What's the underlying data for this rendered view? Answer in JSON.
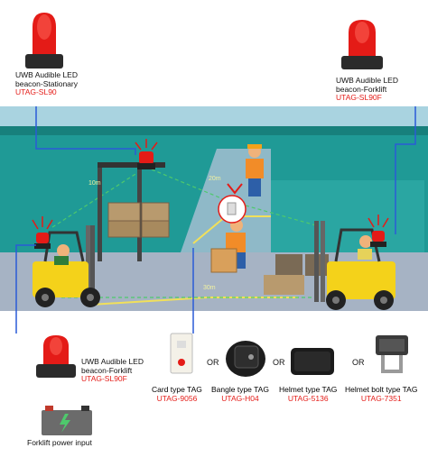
{
  "beacons": {
    "stationary": {
      "line1": "UWB Audible LED",
      "line2": "beacon-Stationary",
      "model": "UTAG-SL90"
    },
    "forklift_right": {
      "line1": "UWB Audible LED",
      "line2": "beacon-Forklift",
      "model": "UTAG-SL90F"
    },
    "forklift_left": {
      "line1": "UWB Audible LED",
      "line2": "beacon-Forklift",
      "model": "UTAG-SL90F"
    }
  },
  "power_label": "Forklift power input",
  "distances": {
    "d1": "10m",
    "d2": "20m",
    "d3": "30m"
  },
  "tags": [
    {
      "name": "Card type TAG",
      "model": "UTAG-9056"
    },
    {
      "name": "Bangle type TAG",
      "model": "UTAG-H04"
    },
    {
      "name": "Helmet type TAG",
      "model": "UTAG-5136"
    },
    {
      "name": "Helmet bolt type TAG",
      "model": "UTAG-7351"
    }
  ],
  "or_label": "OR",
  "colors": {
    "wall": "#1f9a96",
    "floor": "#a6b3c4",
    "sky": "#a9d3e0",
    "beacon_red": "#e41b17",
    "forklift_yellow": "#f4d21a",
    "connector": "#2a5bd7"
  }
}
